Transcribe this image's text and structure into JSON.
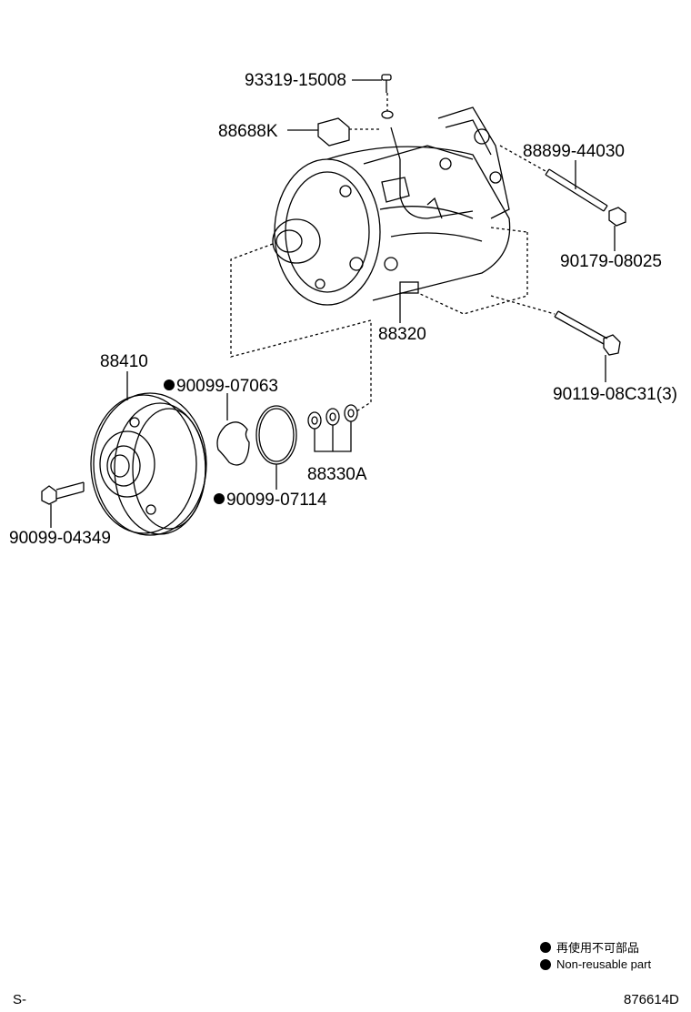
{
  "parts": {
    "bolt_top": "93319-15008",
    "bracket": "88688K",
    "stud": "88899-44030",
    "nut": "90179-08025",
    "compressor": "88320",
    "bolt_long": "90119-08C31(3)",
    "pulley": "88410",
    "snap_ring_inner": "90099-07063",
    "snap_ring_outer": "90099-07114",
    "shims": "88330A",
    "bolt_center": "90099-04349"
  },
  "legend": {
    "jp": "再使用不可部品",
    "en": "Non-reusable part"
  },
  "footer": {
    "left": "S-",
    "right": "876614D"
  }
}
